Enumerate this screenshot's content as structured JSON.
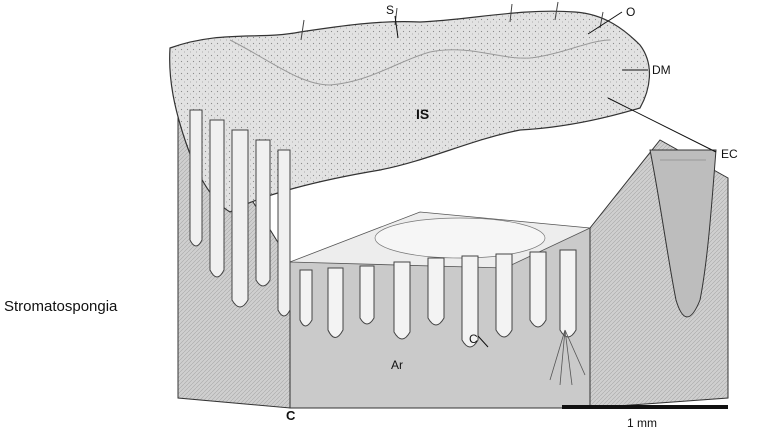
{
  "title": "Stromatospongia",
  "panel_letter": "C",
  "labels": {
    "S": "S",
    "O": "O",
    "DM": "DM",
    "EC": "EC",
    "IS": "IS",
    "C": "C",
    "Ar": "Ar"
  },
  "scale_bar": {
    "label": "1 mm"
  },
  "colors": {
    "block_face": "#d4d4d4",
    "block_front": "#c9c9c9",
    "surface": "#e6e6e6",
    "channel": "#f2f2f2",
    "ink": "#222222"
  }
}
